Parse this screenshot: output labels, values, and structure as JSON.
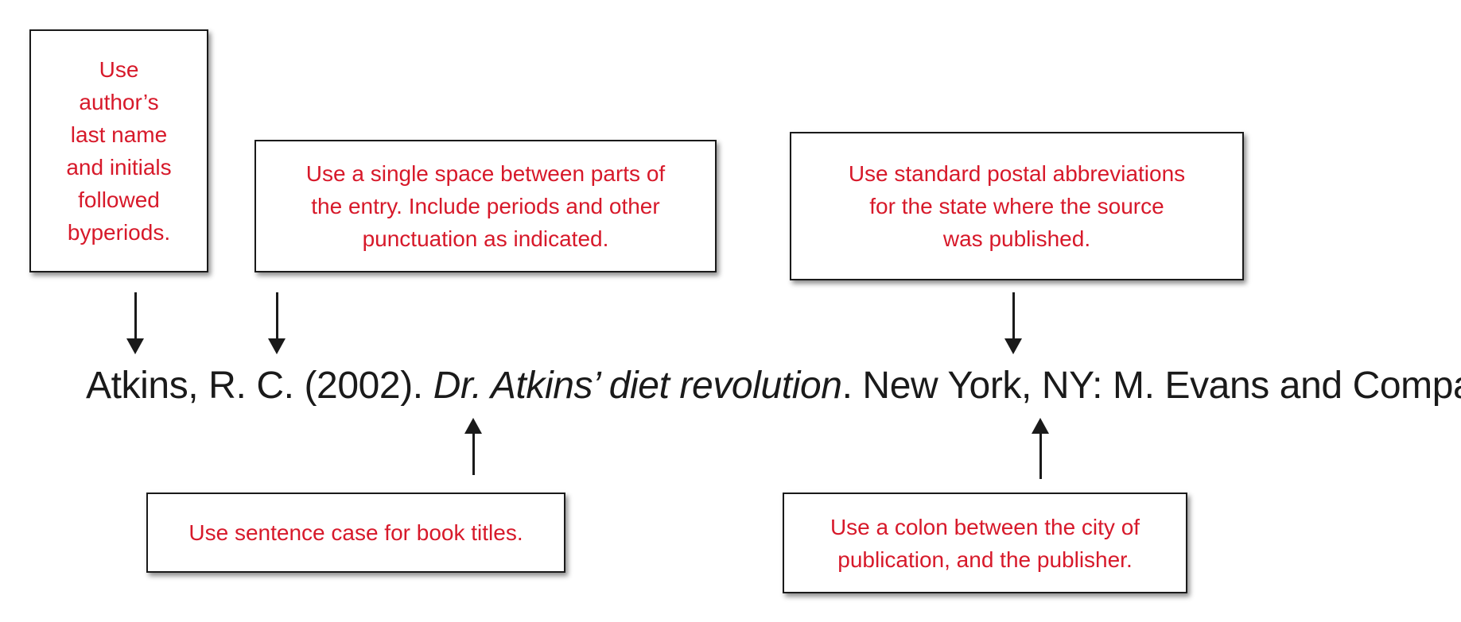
{
  "callouts": {
    "author": "Use\nauthor’s\nlast name\nand initials\nfollowed\nbyperiods.",
    "spacing": "Use a single space between parts of\nthe entry. Include periods and other\npunctuation as indicated.",
    "postal": "Use standard postal abbreviations\nfor the state where the source\nwas published.",
    "sentence_case": "Use sentence case for book titles.",
    "colon": "Use a colon between the city of\npublication, and the publisher."
  },
  "citation": {
    "author_year": "Atkins, R. C. (2002). ",
    "title": "Dr. Atkins’ diet revolution",
    "publisher_part": ". New York, NY: M. Evans and Company."
  },
  "colors": {
    "callout_text": "#d7192a",
    "border": "#1a1a1a",
    "citation_text": "#1a1a1a"
  }
}
